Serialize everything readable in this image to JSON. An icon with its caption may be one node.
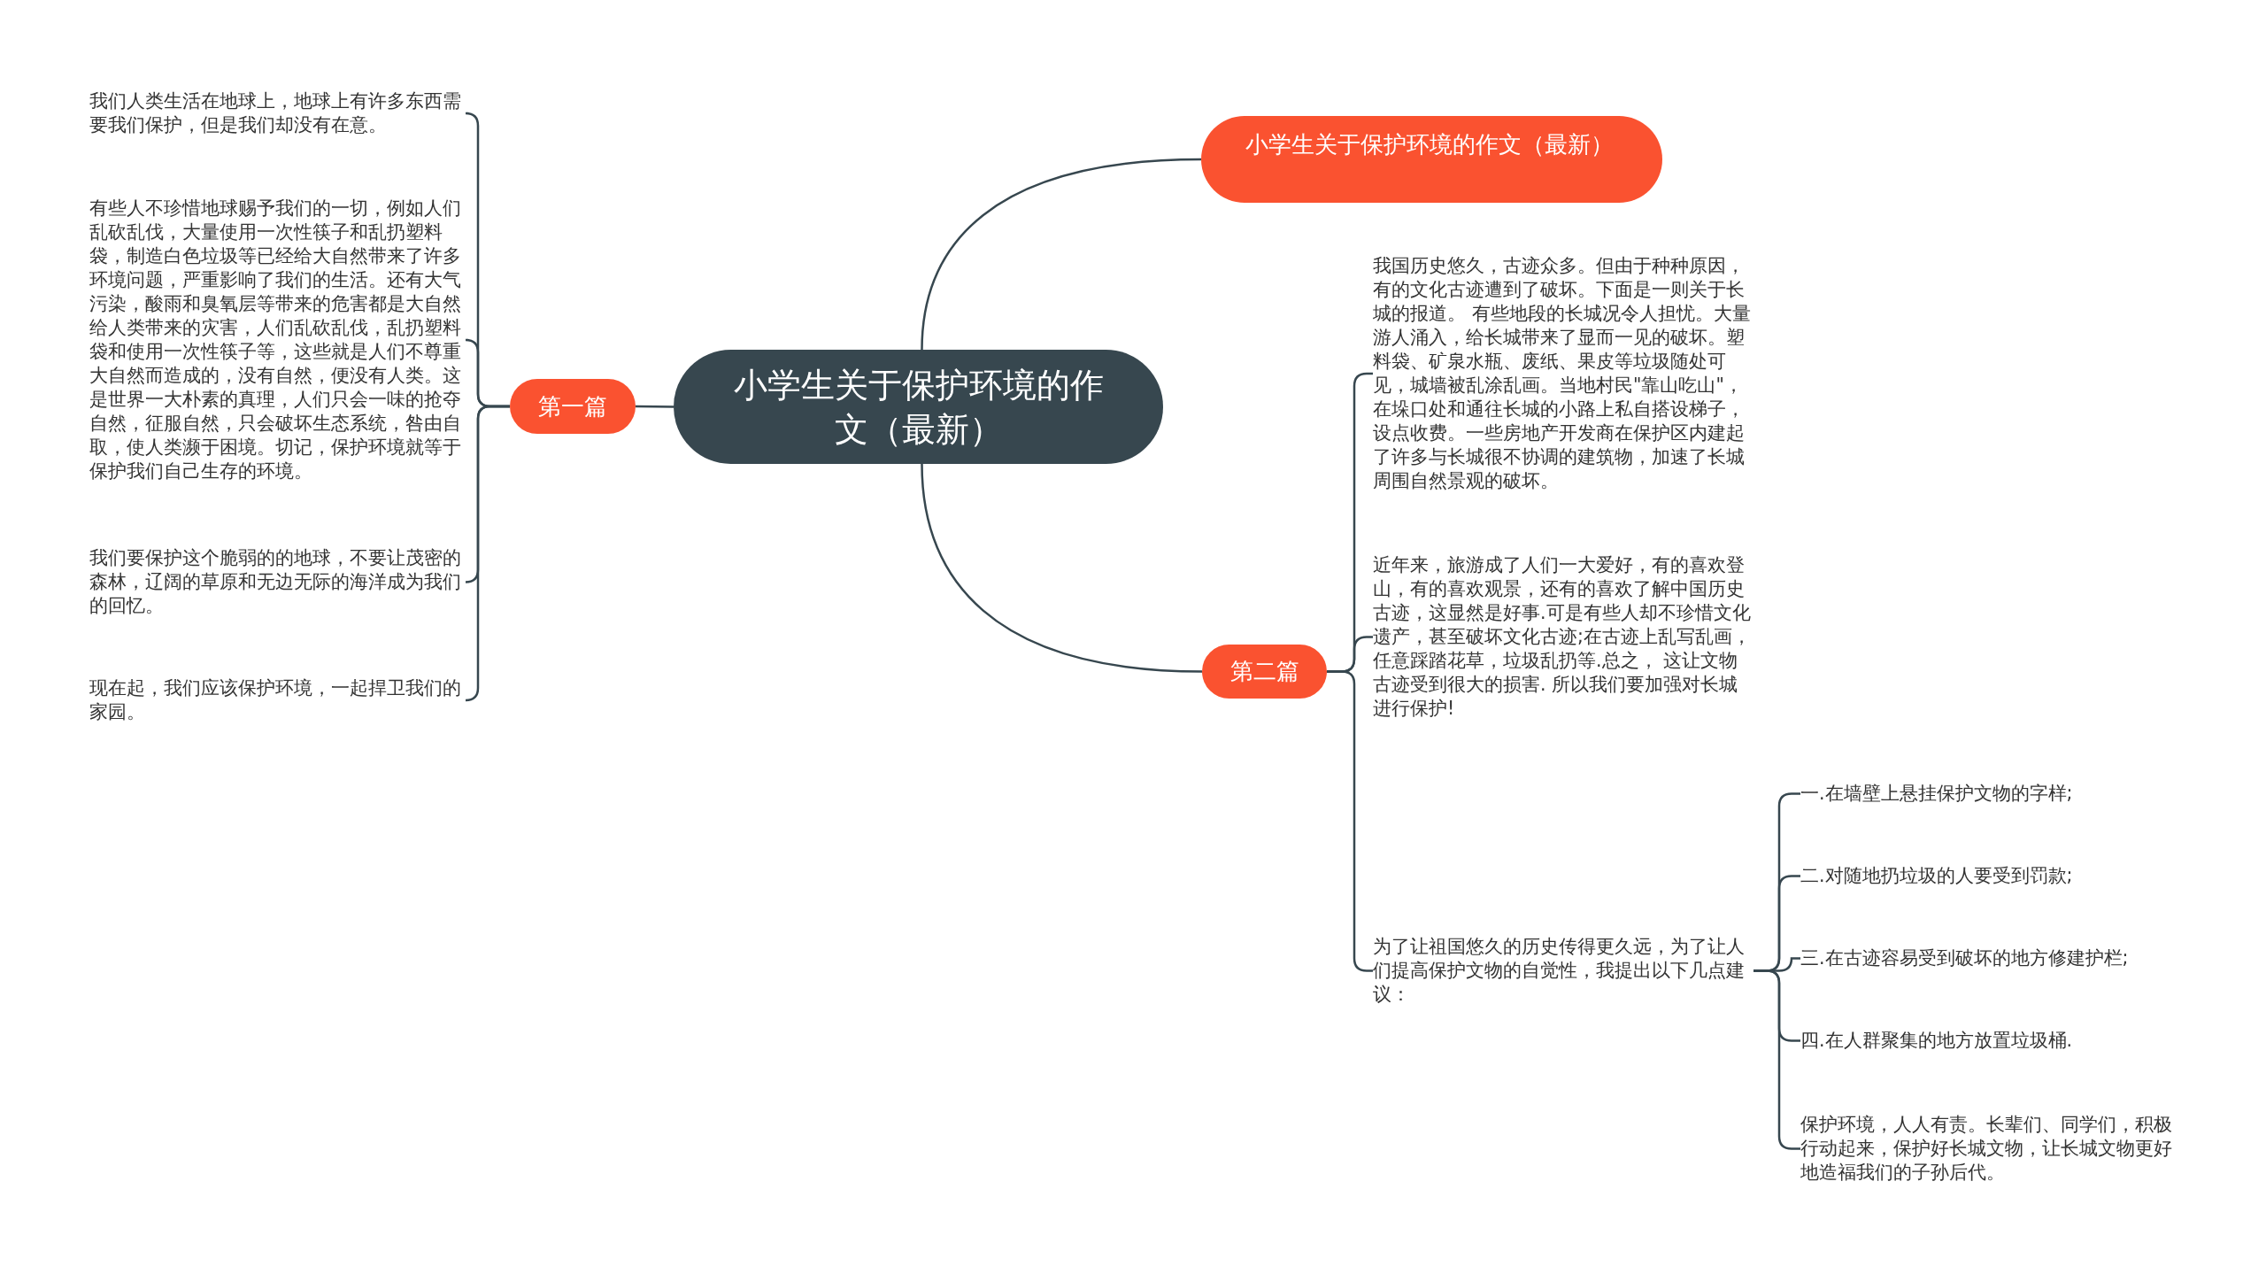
{
  "diagram": {
    "nodes": [
      {
        "text": [
          "小学生关于保护环境的作文（最新）"
        ]
      },
      {
        "text": [
          "小学生关于保护环境的作文（最新）"
        ]
      },
      {
        "text": [
          "第一篇"
        ]
      },
      {
        "text": [
          "我们人类生活在地球上，地球上有许多东西需要我们保护，但是我们却没有在意。"
        ]
      },
      {
        "text": [
          "有些人不珍惜地球赐予我们的一切，例如人们乱砍乱伐，大量使用一次性筷子和乱扔塑料袋，制造白色垃圾等已经给大自然带来了许多环境问题，严重影响了我们的生活。还有大气污染，酸雨和臭氧层等带来的危害都是大自然给人类带来的灾害，人们乱砍乱伐，乱扔塑料袋和使用一次性筷子等，这些就是人们不尊重大自然而造成的，没有自然，便没有人类。这是世界一大朴素的真理，人们只会一味的抢夺自然，征服自然，只会破坏生态系统，咎由自取，使人类濒于困境。切记，保护环境就等于保护我们自己生存的环境。"
        ]
      },
      {
        "text": [
          "我们要保护这个脆弱的的地球，不要让茂密的森林，辽阔的草原和无边无际的海洋成为我们的回忆。"
        ]
      },
      {
        "text": [
          "现在起，我们应该保护环境，一起捍卫我们的家园。"
        ]
      },
      {
        "text": [
          "第二篇"
        ]
      },
      {
        "text": [
          "我国历史悠久，古迹众多。但由于种种原因，有的文化古迹遭到了破坏。下面是一则关于长城的报道。 有些地段的长城况令人担忧。大量游人涌入，给长城带来了显而一见的破坏。塑料袋、矿泉水瓶、废纸、果皮等垃圾随处可见，城墙被乱涂乱画。当地村民\"靠山吃山\"，在垛口处和通往长城的小路上私自搭设梯子，设点收费。一些房地产开发商在保护区内建起了许多与长城很不协调的建筑物，加速了长城周围自然景观的破坏。"
        ]
      },
      {
        "text": [
          "近年来，旅游成了人们一大爱好，有的喜欢登山，有的喜欢观景，还有的喜欢了解中国历史古迹，这显然是好事.可是有些人却不珍惜文化遗产，甚至破坏文化古迹;在古迹上乱写乱画，任意踩踏花草，垃圾乱扔等.总之， 这让文物古迹受到很大的损害. 所以我们要加强对长城进行保护!"
        ]
      },
      {
        "text": [
          "为了让祖国悠久的历史传得更久远，为了让人们提高保护文物的自觉性，我提出以下几点建议："
        ]
      },
      {
        "text": [
          "一.在墙壁上悬挂保护文物的字样;"
        ]
      },
      {
        "text": [
          "二.对随地扔垃圾的人要受到罚款;"
        ]
      },
      {
        "text": [
          "三.在古迹容易受到破坏的地方修建护栏;"
        ]
      },
      {
        "text": [
          "四.在人群聚集的地方放置垃圾桶."
        ]
      },
      {
        "text": [
          "保护环境，人人有责。长辈们、同学们，积极行动起来，保护好长城文物，让长城文物更好地造福我们的子孙后代。"
        ]
      }
    ],
    "edges": [
      {
        "from": 0,
        "to": 1,
        "arrow": "none"
      },
      {
        "from": 0,
        "to": 2,
        "arrow": "none"
      },
      {
        "from": 0,
        "to": 7,
        "arrow": "none"
      },
      {
        "from": 2,
        "to": 3,
        "arrow": "none"
      },
      {
        "from": 2,
        "to": 4,
        "arrow": "none"
      },
      {
        "from": 2,
        "to": 5,
        "arrow": "none"
      },
      {
        "from": 2,
        "to": 6,
        "arrow": "none"
      },
      {
        "from": 7,
        "to": 8,
        "arrow": "none"
      },
      {
        "from": 7,
        "to": 9,
        "arrow": "none"
      },
      {
        "from": 7,
        "to": 10,
        "arrow": "none"
      },
      {
        "from": 10,
        "to": 11,
        "arrow": "none"
      },
      {
        "from": 10,
        "to": 12,
        "arrow": "none"
      },
      {
        "from": 10,
        "to": 13,
        "arrow": "none"
      },
      {
        "from": 10,
        "to": 14,
        "arrow": "none"
      },
      {
        "from": 10,
        "to": 15,
        "arrow": "none"
      }
    ]
  }
}
